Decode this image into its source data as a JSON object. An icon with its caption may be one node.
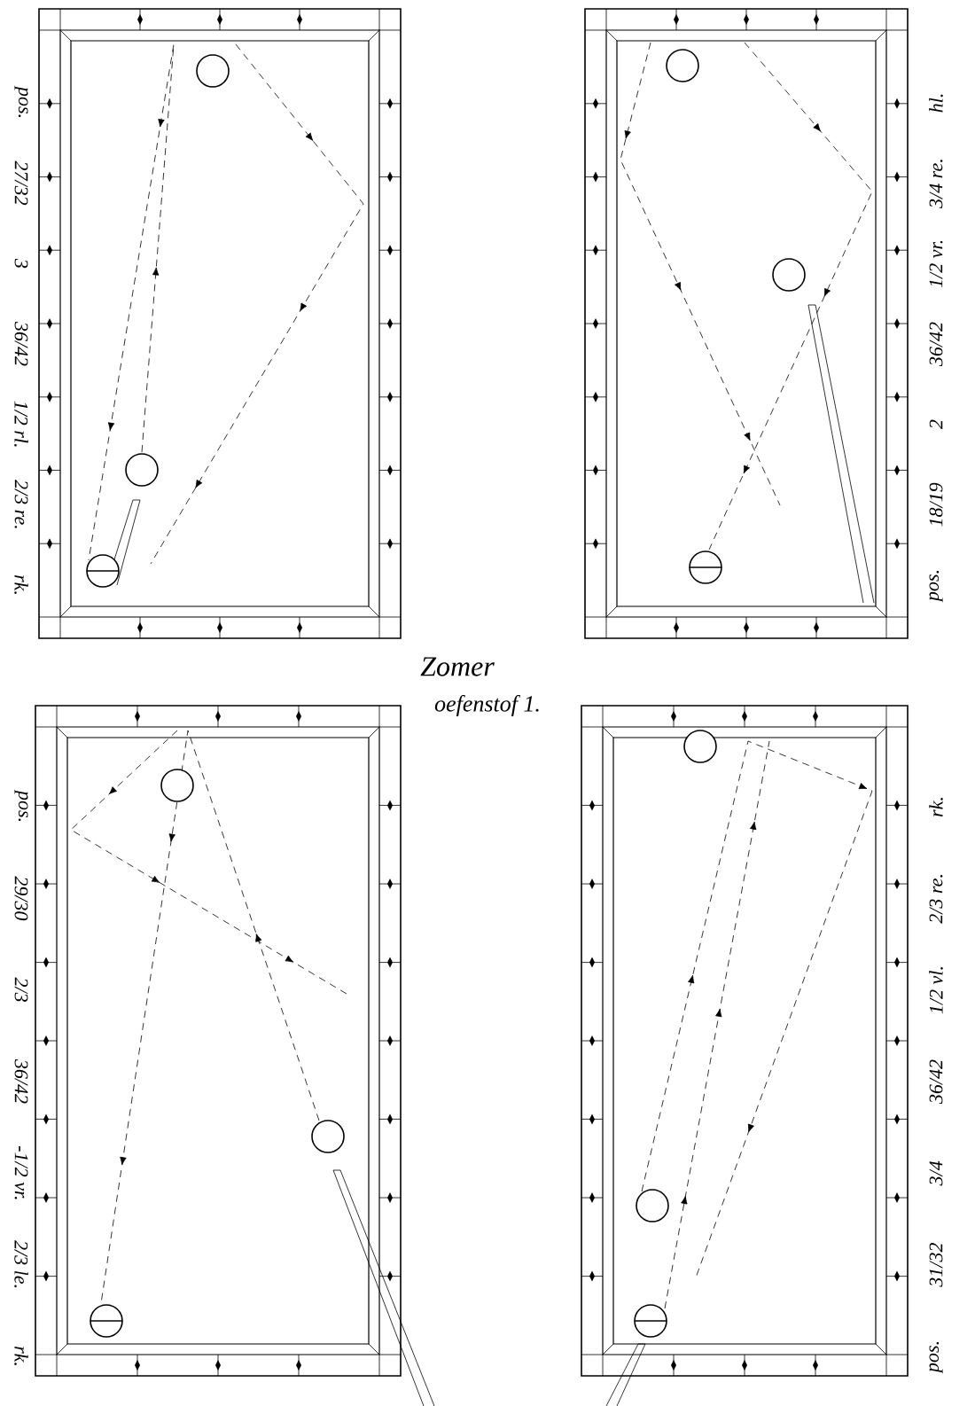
{
  "diagram": {
    "labels": [
      "pos.",
      "27/32",
      "3",
      "36/42",
      "1/2 rl.",
      "2/3 re.",
      "rk.",
      "pos.",
      "18/19",
      "2",
      "36/42",
      "1/2 vr.",
      "3/4 re.",
      "hl.",
      "Zomer",
      "oefenstof 1.",
      "pos.",
      "29/30",
      "2/3",
      "36/42",
      "-1/2 vr.",
      "2/3 le.",
      "rk.",
      "pos.",
      "31/32",
      "3/4",
      "36/42",
      "1/2 vl.",
      "2/3 re.",
      "rk."
    ]
  }
}
